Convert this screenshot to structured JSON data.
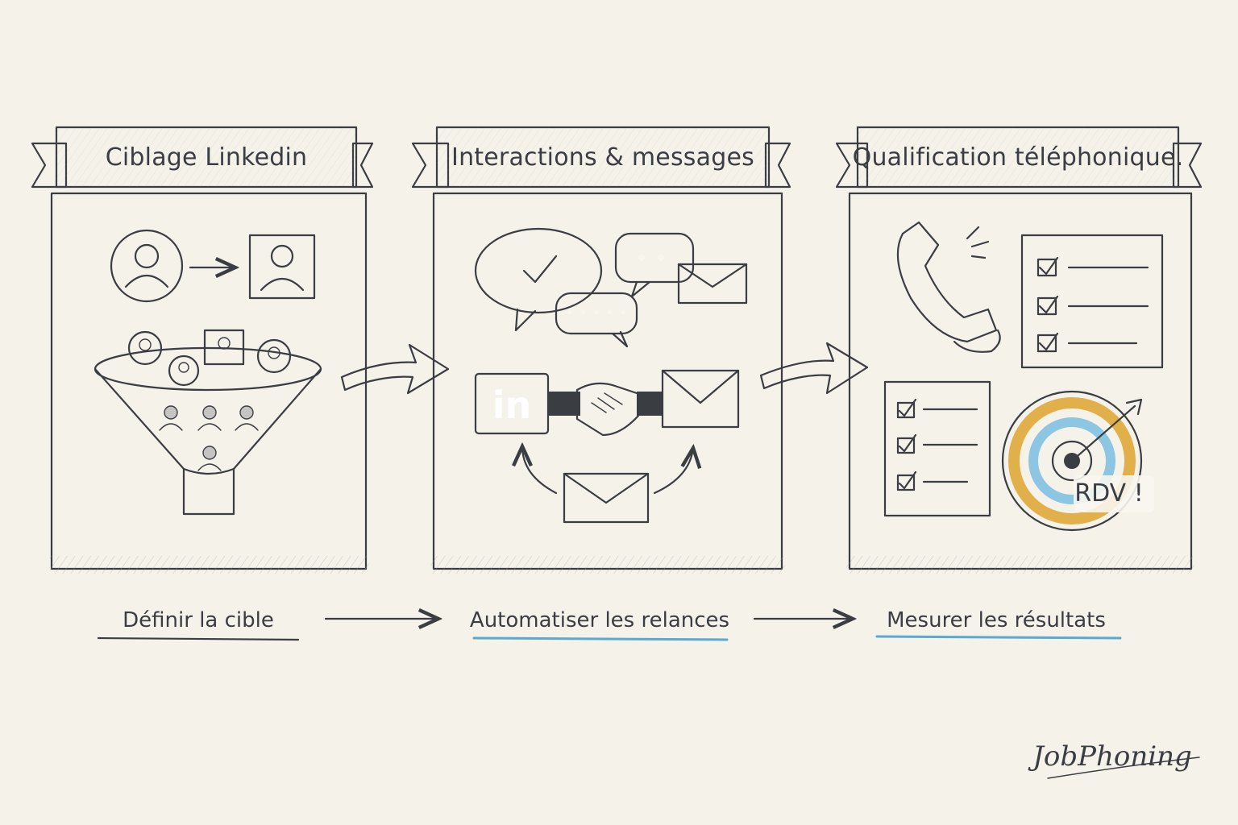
{
  "panels": [
    {
      "title": "Ciblage Linkedin",
      "caption": "Définir la cible"
    },
    {
      "title": "Interactions & messages",
      "caption": "Automatiser les relances"
    },
    {
      "title": "Qualification téléphonique.",
      "caption": "Mesurer les résultats"
    }
  ],
  "panel2_icons": {
    "linkedin_label": "in"
  },
  "panel3_icons": {
    "target_label": "RDV !"
  },
  "brand": "JobPhoning",
  "colors": {
    "ink": "#3a3d42",
    "accent_blue": "#5aa9d1",
    "accent_gold": "#e2b04a",
    "paper": "#f5f2ea"
  },
  "icons": [
    "user-avatar-icon",
    "arrow-right-icon",
    "profile-card-icon",
    "funnel-icon",
    "speech-bubble-check-icon",
    "chat-bubble-icon",
    "envelope-icon",
    "linkedin-logo-icon",
    "handshake-icon",
    "phone-icon",
    "checklist-icon",
    "target-arrow-icon",
    "big-arrow-icon"
  ]
}
